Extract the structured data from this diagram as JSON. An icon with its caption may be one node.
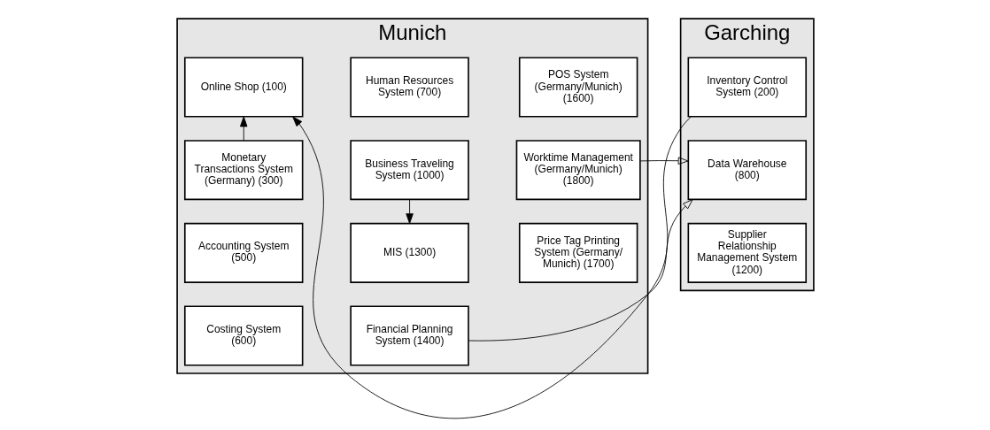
{
  "diagram": {
    "nodes": [
      {
        "text": [
          "Munich"
        ]
      },
      {
        "text": [
          "Online Shop (100)"
        ],
        "in": 0
      },
      {
        "text": [
          "Monetary Transactions System (Germany) (300)"
        ],
        "in": 0
      },
      {
        "text": [
          "Accounting System (500)"
        ],
        "in": 0
      },
      {
        "text": [
          "Costing System (600)"
        ],
        "in": 0
      },
      {
        "text": [
          "Human Resources System (700)"
        ],
        "in": 0
      },
      {
        "text": [
          "Business Traveling System (1000)"
        ],
        "in": 0
      },
      {
        "text": [
          "MIS (1300)"
        ],
        "in": 0
      },
      {
        "text": [
          "Financial Planning System (1400)"
        ],
        "in": 0
      },
      {
        "text": [
          "POS System (Germany/Munich) (1600)"
        ],
        "in": 0
      },
      {
        "text": [
          "Worktime Management (Germany/Munich) (1800)"
        ],
        "in": 0
      },
      {
        "text": [
          "Price Tag Printing System (Germany/ Munich) (1700)"
        ],
        "in": 0
      },
      {
        "text": [
          "Garching"
        ]
      },
      {
        "text": [
          "Inventory Control System (200)"
        ],
        "in": 12
      },
      {
        "text": [
          "Data Warehouse (800)"
        ],
        "in": 12
      },
      {
        "text": [
          "Supplier Relationship Management System (1200)"
        ],
        "in": 12
      }
    ],
    "edges": [
      {
        "from": 13,
        "to": 1,
        "arrow": "to"
      },
      {
        "from": 2,
        "to": 1,
        "arrow": "to"
      },
      {
        "from": 6,
        "to": 7,
        "arrow": "to"
      },
      {
        "from": 10,
        "to": 14,
        "arrow": "to"
      },
      {
        "from": 8,
        "to": 14,
        "arrow": "to"
      }
    ]
  }
}
